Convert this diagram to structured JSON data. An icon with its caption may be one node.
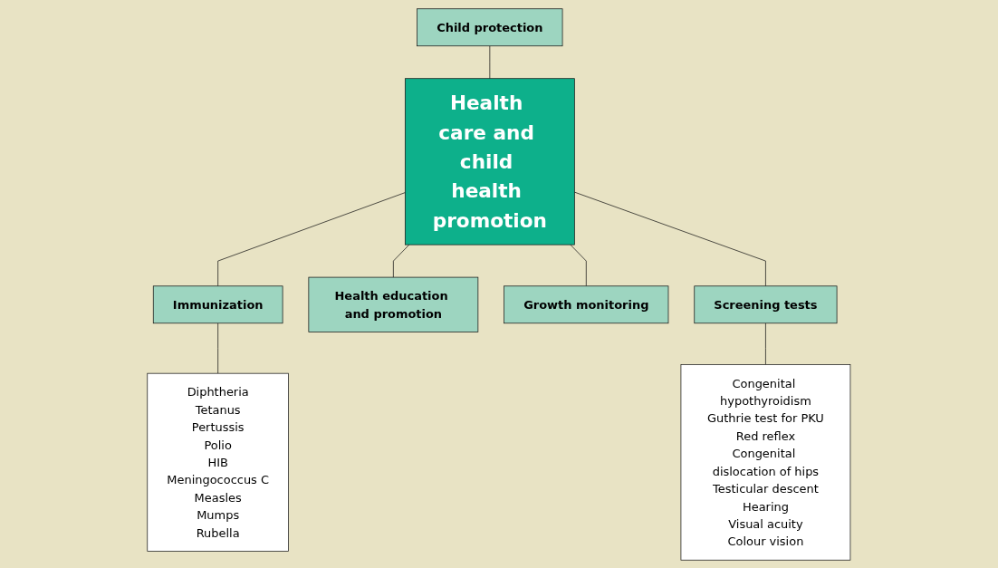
{
  "diagram": {
    "nodes": [
      {
        "text": [
          "Health care and child health promotion"
        ]
      },
      {
        "text": [
          "Immunization"
        ]
      },
      {
        "text": [
          "Diphtheria",
          "Tetanus",
          "Pertussis",
          "Polio",
          "HIB",
          "Meningococcus C",
          "Measles",
          "Mumps",
          "Rubella"
        ]
      },
      {
        "text": [
          "Health education and promotion"
        ]
      },
      {
        "text": [
          "Child protection"
        ]
      },
      {
        "text": [
          "Growth monitoring"
        ]
      },
      {
        "text": [
          "Screening tests"
        ]
      },
      {
        "text": [
          "Congenital hypothyroidism",
          "Guthrie test for PKU",
          "Red reflex",
          "Congenital dislocation of hips",
          "Testicular descent",
          "Hearing",
          "Visual acuity",
          "Colour vision"
        ]
      }
    ],
    "edges": [
      {
        "from": 0,
        "to": 1,
        "arrow": "none"
      },
      {
        "from": 1,
        "to": 2,
        "arrow": "none"
      },
      {
        "from": 0,
        "to": 3,
        "arrow": "none"
      },
      {
        "from": 4,
        "to": 0,
        "arrow": "none"
      },
      {
        "from": 0,
        "to": 5,
        "arrow": "none"
      },
      {
        "from": 0,
        "to": 6,
        "arrow": "none"
      },
      {
        "from": 6,
        "to": 7,
        "arrow": "none"
      }
    ]
  }
}
